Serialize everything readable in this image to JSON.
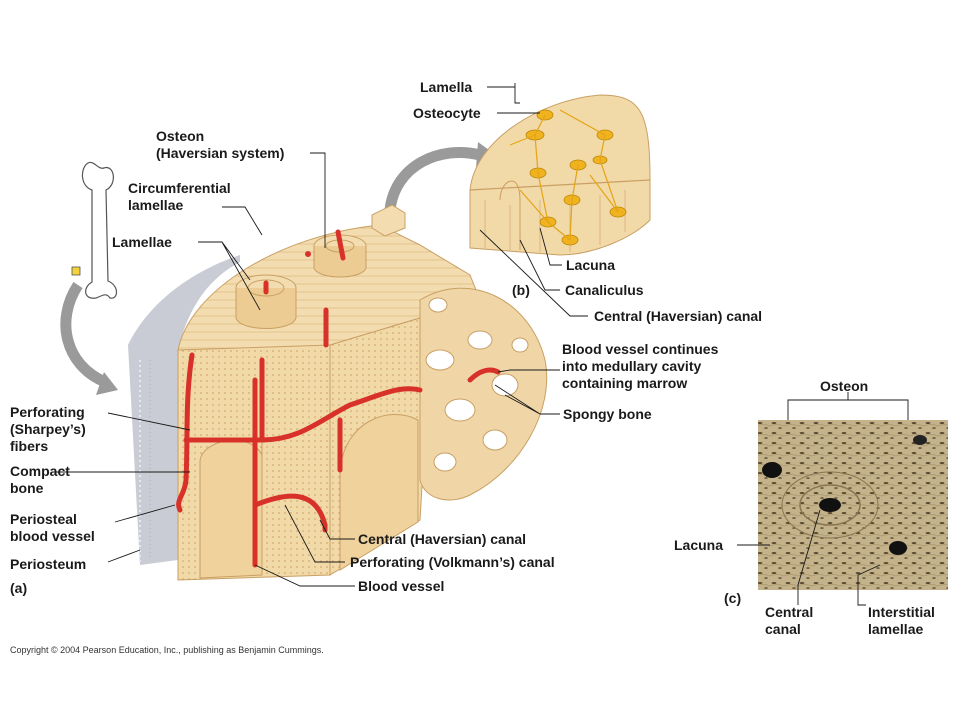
{
  "labels": {
    "osteon_haversian": "Osteon\n(Haversian system)",
    "circumferential_lamellae": "Circumferential\nlamellae",
    "lamellae": "Lamellae",
    "lamella": "Lamella",
    "osteocyte": "Osteocyte",
    "lacuna_b": "Lacuna",
    "canaliculus": "Canaliculus",
    "central_canal_b": "Central (Haversian) canal",
    "blood_vessel_marrow": "Blood vessel continues\ninto medullary cavity\ncontaining marrow",
    "spongy_bone": "Spongy bone",
    "perforating_sharpeys": "Perforating\n(Sharpey’s)\nfibers",
    "compact_bone": "Compact\nbone",
    "periosteal_blood_vessel": "Periosteal\nblood vessel",
    "periosteum": "Periosteum",
    "central_canal_a": "Central (Haversian) canal",
    "perforating_volkmanns": "Perforating (Volkmann’s) canal",
    "blood_vessel": "Blood vessel",
    "osteon_c": "Osteon",
    "lacuna_c": "Lacuna",
    "central_canal_c": "Central\ncanal",
    "interstitial_lamellae": "Interstitial\nlamellae"
  },
  "panels": {
    "a": "(a)",
    "b": "(b)",
    "c": "(c)"
  },
  "copyright": "Copyright © 2004 Pearson Education, Inc., publishing as Benjamin Cummings.",
  "colors": {
    "bone": "#f2d9a8",
    "bone_dark": "#d9b37a",
    "vessel": "#d8312a",
    "osteocyte": "#f0b21e",
    "periosteum": "#c9ccd4",
    "micrograph": "#b5a27a"
  }
}
